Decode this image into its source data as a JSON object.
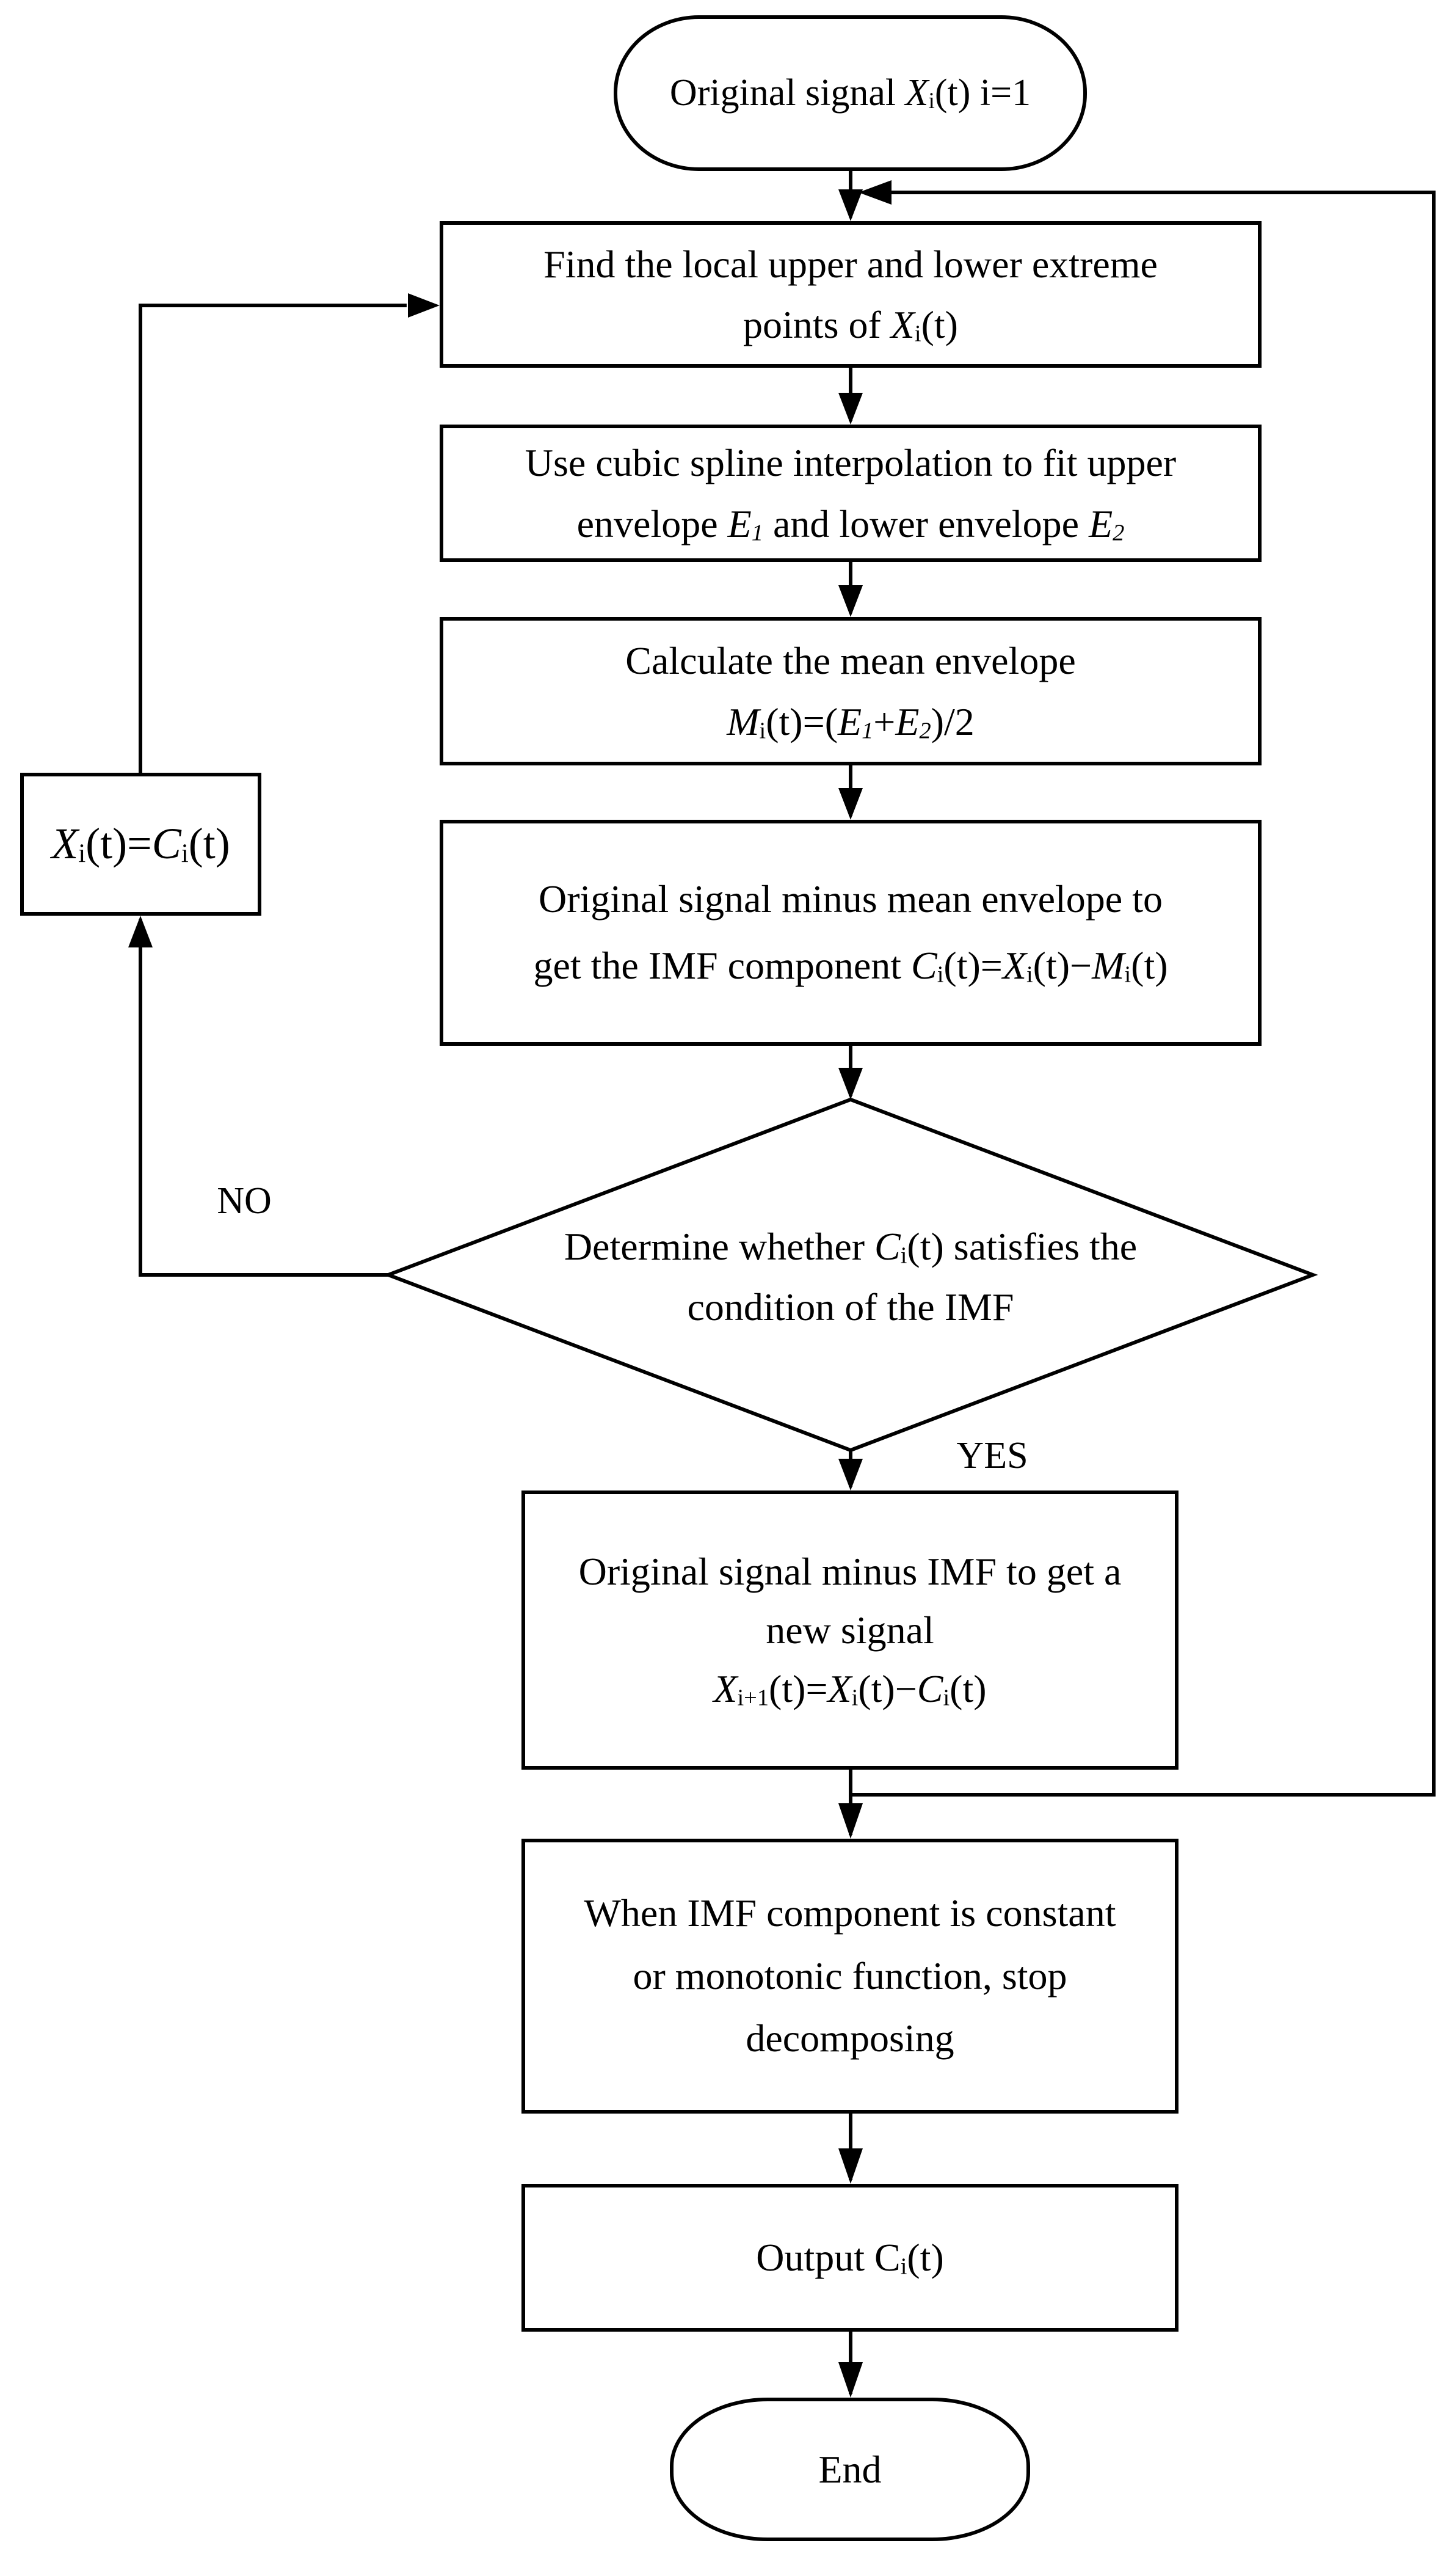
{
  "colors": {
    "background": "#ffffff",
    "line": "#000000"
  },
  "edge_labels": {
    "no": "NO",
    "yes": "YES"
  },
  "nodes": {
    "start": {
      "type": "terminator",
      "label": [
        {
          "t": "Original signal "
        },
        {
          "t": "X",
          "i": 1
        },
        {
          "t": "i",
          "s": 1
        },
        {
          "t": "(t) i=1"
        }
      ]
    },
    "find": {
      "type": "process",
      "label": [
        {
          "t": "Find the local upper and lower extreme"
        },
        {
          "b": 1
        },
        {
          "t": "points of "
        },
        {
          "t": "X",
          "i": 1
        },
        {
          "t": "i",
          "s": 1
        },
        {
          "t": "(t)"
        }
      ]
    },
    "spline": {
      "type": "process",
      "label": [
        {
          "t": "Use cubic spline interpolation to fit upper"
        },
        {
          "b": 1
        },
        {
          "t": "envelope "
        },
        {
          "t": "E",
          "i": 1
        },
        {
          "t": "1",
          "s": 1,
          "i": 1
        },
        {
          "t": " and lower envelope "
        },
        {
          "t": "E",
          "i": 1
        },
        {
          "t": "2",
          "s": 1,
          "i": 1
        }
      ]
    },
    "mean": {
      "type": "process",
      "label": [
        {
          "t": "Calculate the mean envelope"
        },
        {
          "b": 1
        },
        {
          "t": "M",
          "i": 1
        },
        {
          "t": "i",
          "s": 1
        },
        {
          "t": "(t)=("
        },
        {
          "t": "E",
          "i": 1
        },
        {
          "t": "1",
          "s": 1,
          "i": 1
        },
        {
          "t": "+"
        },
        {
          "t": "E",
          "i": 1
        },
        {
          "t": "2",
          "s": 1,
          "i": 1
        },
        {
          "t": ")/2"
        }
      ]
    },
    "imf": {
      "type": "process",
      "label": [
        {
          "t": "Original signal minus mean envelope to"
        },
        {
          "b": 1
        },
        {
          "t": "get the IMF component "
        },
        {
          "t": "C",
          "i": 1
        },
        {
          "t": "i",
          "s": 1
        },
        {
          "t": "(t)="
        },
        {
          "t": "X",
          "i": 1
        },
        {
          "t": "i",
          "s": 1
        },
        {
          "t": "(t)−"
        },
        {
          "t": "M",
          "i": 1
        },
        {
          "t": "i",
          "s": 1
        },
        {
          "t": "(t)"
        }
      ]
    },
    "decision": {
      "type": "decision",
      "label": [
        {
          "t": "Determine whether "
        },
        {
          "t": "C",
          "i": 1
        },
        {
          "t": "i",
          "s": 1
        },
        {
          "t": "(t) satisfies the"
        },
        {
          "b": 1
        },
        {
          "t": "condition of the IMF"
        }
      ]
    },
    "assign": {
      "type": "process",
      "label": [
        {
          "t": "X",
          "i": 1
        },
        {
          "t": "i",
          "s": 1
        },
        {
          "t": "(t)="
        },
        {
          "t": "C",
          "i": 1
        },
        {
          "t": "i",
          "s": 1
        },
        {
          "t": "(t)"
        }
      ]
    },
    "newsignal": {
      "type": "process",
      "label": [
        {
          "t": "Original signal minus IMF to get a"
        },
        {
          "b": 1
        },
        {
          "t": "new signal"
        },
        {
          "b": 1
        },
        {
          "t": "X",
          "i": 1
        },
        {
          "t": "i+1",
          "s": 1
        },
        {
          "t": "(t)="
        },
        {
          "t": "X",
          "i": 1
        },
        {
          "t": "i",
          "s": 1
        },
        {
          "t": "(t)−"
        },
        {
          "t": "C",
          "i": 1
        },
        {
          "t": "i",
          "s": 1
        },
        {
          "t": "(t)"
        }
      ]
    },
    "stop": {
      "type": "process",
      "label": [
        {
          "t": "When IMF component is constant"
        },
        {
          "b": 1
        },
        {
          "t": "or monotonic function, stop"
        },
        {
          "b": 1
        },
        {
          "t": "decomposing"
        }
      ]
    },
    "output": {
      "type": "process",
      "label": [
        {
          "t": "Output C"
        },
        {
          "t": "i",
          "s": 1
        },
        {
          "t": "(t)"
        }
      ]
    },
    "end": {
      "type": "terminator",
      "label": [
        {
          "t": "End"
        }
      ]
    }
  }
}
